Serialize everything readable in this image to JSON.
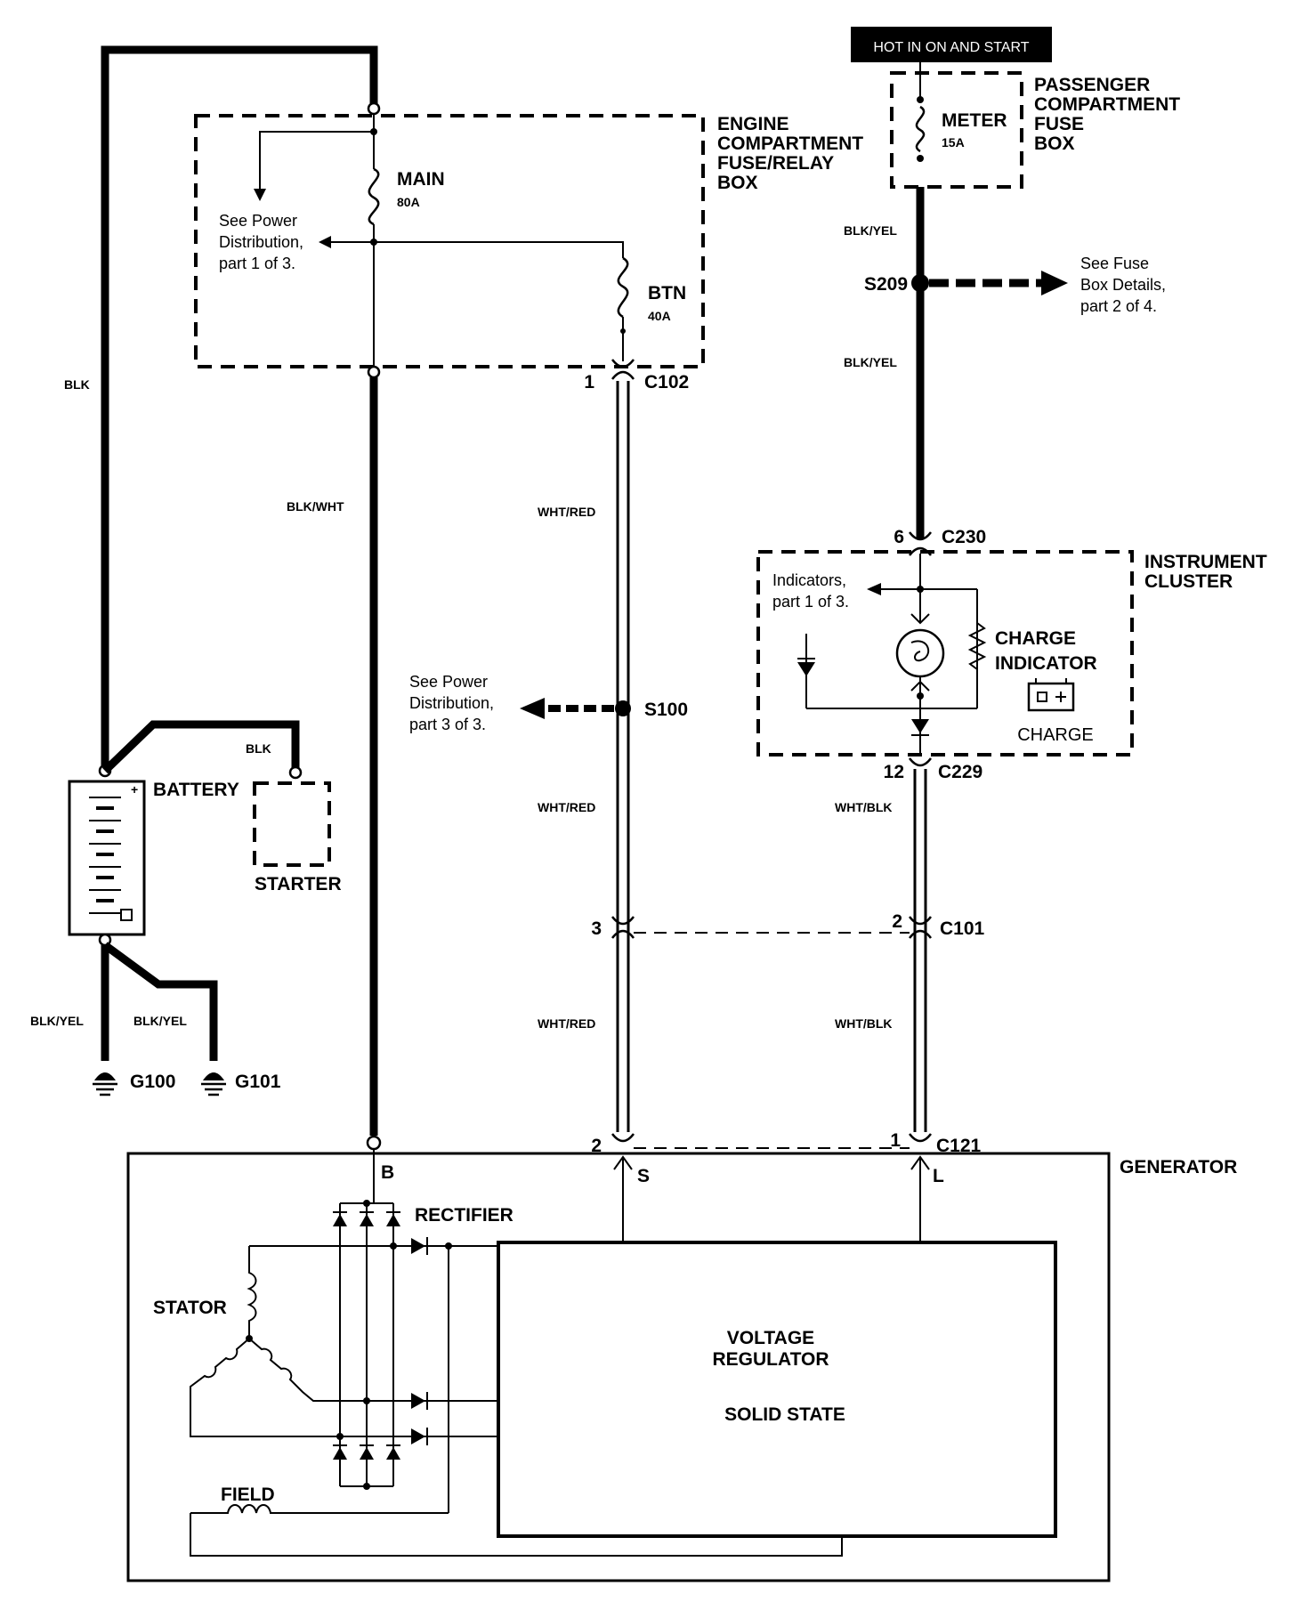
{
  "header": {
    "hot_label": "HOT IN ON AND START"
  },
  "fuse_boxes": {
    "engine": {
      "title": "ENGINE\nCOMPARTMENT\nFUSE/RELAY\nBOX"
    },
    "passenger": {
      "title": "PASSENGER\nCOMPARTMENT\nFUSE\nBOX"
    }
  },
  "fuses": {
    "main": {
      "name": "MAIN",
      "rating": "80A"
    },
    "btn": {
      "name": "BTN",
      "rating": "40A"
    },
    "meter": {
      "name": "METER",
      "rating": "15A"
    }
  },
  "notes": {
    "power_dist_1": "See Power\nDistribution,\npart 1 of 3.",
    "power_dist_3": "See Power\nDistribution,\npart 3 of 3.",
    "fuse_box_details": "See Fuse\nBox Details,\npart 2 of 4.",
    "indicators": "Indicators,\npart 1 of 3."
  },
  "wires": {
    "blk": "BLK",
    "blk_wht": "BLK/WHT",
    "wht_red": "WHT/RED",
    "blk_yel": "BLK/YEL",
    "wht_blk": "WHT/BLK"
  },
  "splices": {
    "s100": "S100",
    "s209": "S209"
  },
  "connectors": {
    "c102": {
      "id": "C102",
      "pin": "1"
    },
    "c230": {
      "id": "C230",
      "pin": "6"
    },
    "c229": {
      "id": "C229",
      "pin": "12"
    },
    "c101": {
      "id": "C101",
      "pin_left": "3",
      "pin_right": "2"
    },
    "c121": {
      "id": "C121",
      "pin_left": "2",
      "pin_right": "1"
    }
  },
  "components": {
    "battery": "BATTERY",
    "starter": "STARTER",
    "instrument_cluster": "INSTRUMENT\nCLUSTER",
    "charge_indicator": "CHARGE\nINDICATOR",
    "charge": "CHARGE",
    "generator": "GENERATOR",
    "rectifier": "RECTIFIER",
    "stator": "STATOR",
    "field": "FIELD",
    "voltage_regulator": "VOLTAGE\nREGULATOR",
    "solid_state": "SOLID STATE"
  },
  "terminals": {
    "b": "B",
    "s": "S",
    "l": "L"
  },
  "grounds": {
    "g100": "G100",
    "g101": "G101"
  }
}
